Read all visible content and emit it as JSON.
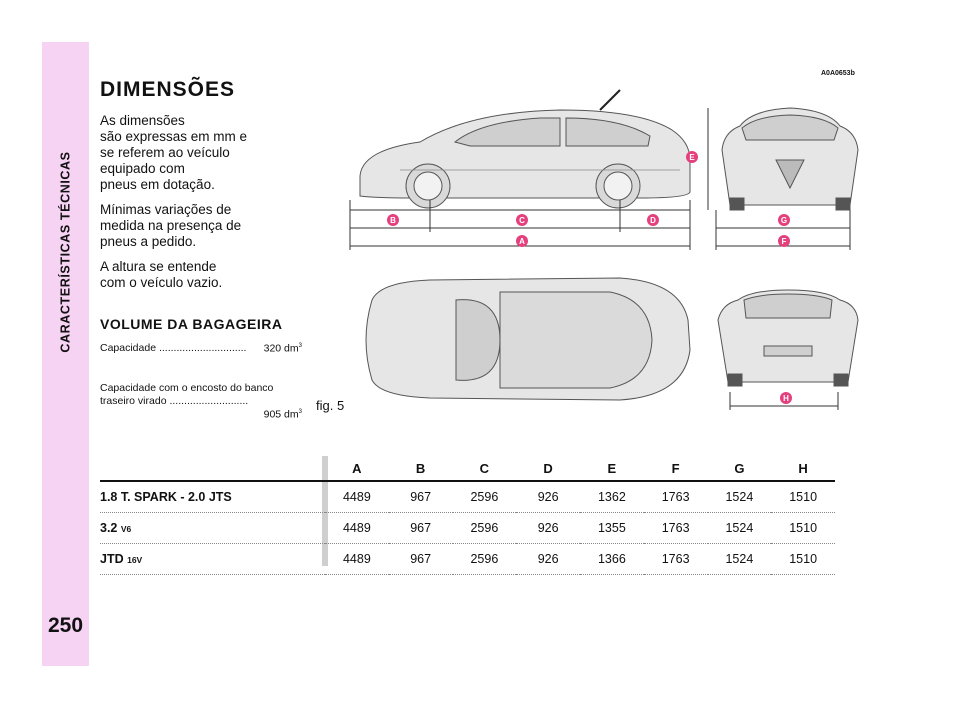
{
  "sidebar": {
    "section_title": "CARACTERÍSTICAS TÉCNICAS",
    "page_number": "250"
  },
  "heading": "DIMENSÕES",
  "paragraphs": [
    "As dimensões\nsão expressas em mm e\nse referem ao veículo\nequipado com\npneus em dotação.",
    "Mínimas variações de\nmedida na presença de\npneus a pedido.",
    "A altura se entende\ncom o veículo vazio."
  ],
  "luggage": {
    "title": "VOLUME DA BAGAGEIRA",
    "capacity_label": "Capacidade ..............................",
    "capacity_value": "320 dm",
    "capacity_seat_label": "Capacidade com o encosto do banco\ntraseiro virado ...........................",
    "capacity_seat_value": "905 dm",
    "unit_exponent": "3"
  },
  "figure": {
    "code": "A0A0653b",
    "label": "fig. 5",
    "dimension_letters": [
      "A",
      "B",
      "C",
      "D",
      "E",
      "F",
      "G",
      "H"
    ]
  },
  "table": {
    "headers": [
      "A",
      "B",
      "C",
      "D",
      "E",
      "F",
      "G",
      "H"
    ],
    "rows": [
      {
        "model": "1.8 T. SPARK - 2.0 JTS",
        "suffix": "",
        "values": [
          "4489",
          "967",
          "2596",
          "926",
          "1362",
          "1763",
          "1524",
          "1510"
        ]
      },
      {
        "model": "3.2 ",
        "suffix": "V6",
        "values": [
          "4489",
          "967",
          "2596",
          "926",
          "1355",
          "1763",
          "1524",
          "1510"
        ]
      },
      {
        "model": "JTD ",
        "suffix": "16V",
        "values": [
          "4489",
          "967",
          "2596",
          "926",
          "1366",
          "1763",
          "1524",
          "1510"
        ]
      }
    ]
  },
  "colors": {
    "sidebar_bg": "#f6d2f3",
    "badge": "#e4407d"
  }
}
